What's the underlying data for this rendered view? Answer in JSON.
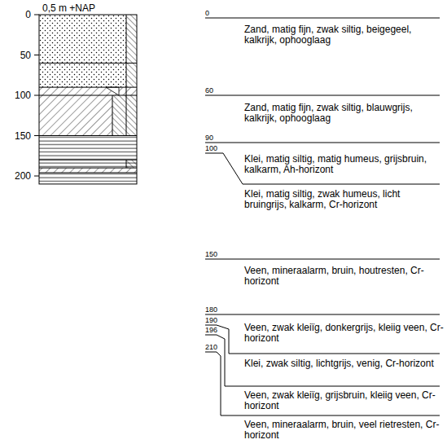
{
  "diagram": {
    "labels": [
      "0,5 m +NAP",
      "0",
      "50",
      "100",
      "150",
      "200",
      "0",
      "60",
      "90",
      "100",
      "150",
      "180",
      "190",
      "196",
      "210",
      "Zand, matig fijn, zwak siltig, beigegeel, kalkrijk, ophooglaag",
      "Zand, matig fijn, zwak siltig, blauwgrijs, kalkrijk, ophooglaag",
      "Klei, matig siltig, matig humeus, grijsbruin, kalkarm, Ah-horizont",
      "Klei, matig siltig, zwak humeus, licht bruingrijs, kalkarm, Cr-horizont",
      "Veen, mineraalarm, bruin, houtresten, Cr-horizont",
      "Veen, zwak kleiïg, donkergrijs, kleiig veen, Cr-horizont",
      "Klei, zwak siltig, lichtgrijs, venig, Cr-horizont",
      "Veen, zwak kleiïg, grijsbruin, kleiig veen, Cr-horizont",
      "Veen, mineraalarm, bruin, veel rietresten, Cr-horizont"
    ]
  }
}
